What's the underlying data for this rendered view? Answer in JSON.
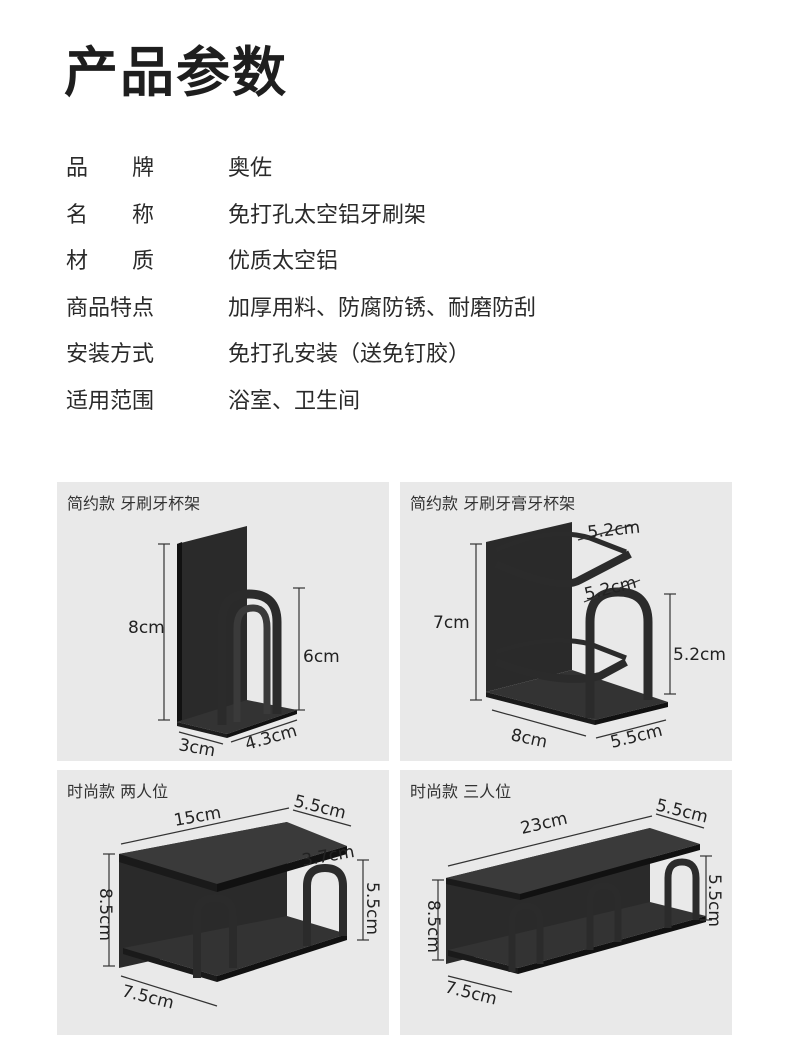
{
  "page_title": "产品参数",
  "specs": [
    {
      "label": "品　　牌",
      "value": "奥佐"
    },
    {
      "label": "名　　称",
      "value": "免打孔太空铝牙刷架"
    },
    {
      "label": "材　　质",
      "value": "优质太空铝"
    },
    {
      "label": "商品特点",
      "value": "加厚用料、防腐防锈、耐磨防刮"
    },
    {
      "label": "安装方式",
      "value": "免打孔安装（送免钉胶）"
    },
    {
      "label": "适用范围",
      "value": "浴室、卫生间"
    }
  ],
  "panels": [
    {
      "title": "简约款 牙刷牙杯架",
      "dims": {
        "height": "8cm",
        "hook_height": "6cm",
        "depth": "3cm",
        "width": "4.3cm"
      }
    },
    {
      "title": "简约款 牙刷牙膏牙杯架",
      "dims": {
        "top_width": "5.2cm",
        "mid_width": "5.2cm",
        "height": "7cm",
        "hook_height": "5.2cm",
        "depth": "8cm",
        "width": "5.5cm"
      }
    },
    {
      "title": "时尚款 两人位",
      "dims": {
        "length": "15cm",
        "top_width": "5.5cm",
        "hook_width": "3.7cm",
        "height": "8.5cm",
        "hook_height": "5.5cm",
        "depth": "7.5cm"
      }
    },
    {
      "title": "时尚款 三人位",
      "dims": {
        "length": "23cm",
        "top_width": "5.5cm",
        "height": "8.5cm",
        "hook_height": "5.5cm",
        "depth": "7.5cm"
      }
    }
  ],
  "colors": {
    "panel_bg": "#e9e9e9",
    "product": "#2b2b2b",
    "text": "#222222"
  }
}
